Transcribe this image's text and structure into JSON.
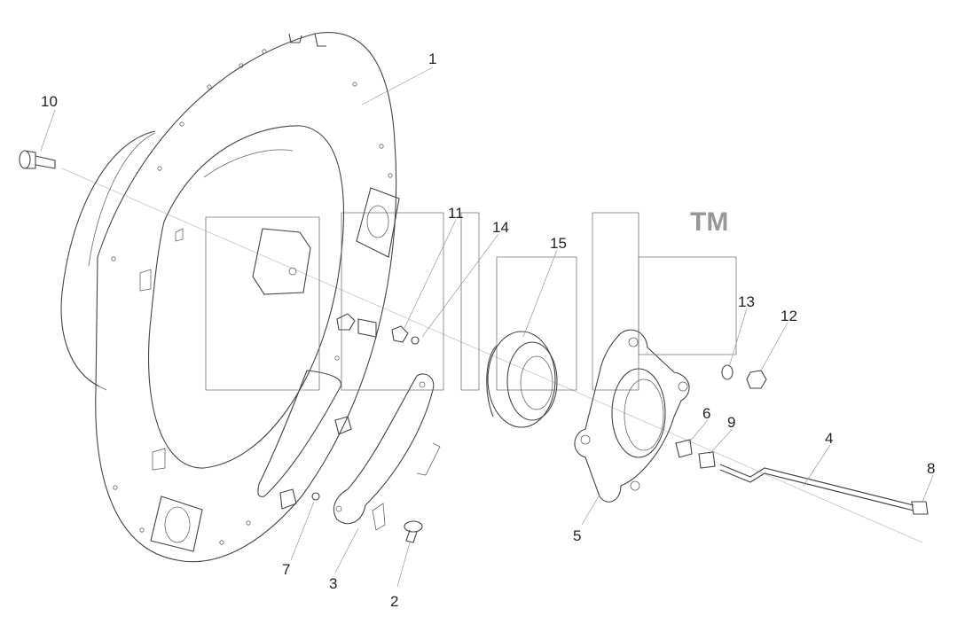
{
  "diagram": {
    "trademark": "TM",
    "callouts": [
      {
        "id": "callout-1",
        "label": "1"
      },
      {
        "id": "callout-2",
        "label": "2"
      },
      {
        "id": "callout-3",
        "label": "3"
      },
      {
        "id": "callout-4",
        "label": "4"
      },
      {
        "id": "callout-5",
        "label": "5"
      },
      {
        "id": "callout-6",
        "label": "6"
      },
      {
        "id": "callout-7",
        "label": "7"
      },
      {
        "id": "callout-8",
        "label": "8"
      },
      {
        "id": "callout-9",
        "label": "9"
      },
      {
        "id": "callout-10",
        "label": "10"
      },
      {
        "id": "callout-11",
        "label": "11"
      },
      {
        "id": "callout-12",
        "label": "12"
      },
      {
        "id": "callout-13",
        "label": "13"
      },
      {
        "id": "callout-14",
        "label": "14"
      },
      {
        "id": "callout-15",
        "label": "15"
      }
    ]
  }
}
